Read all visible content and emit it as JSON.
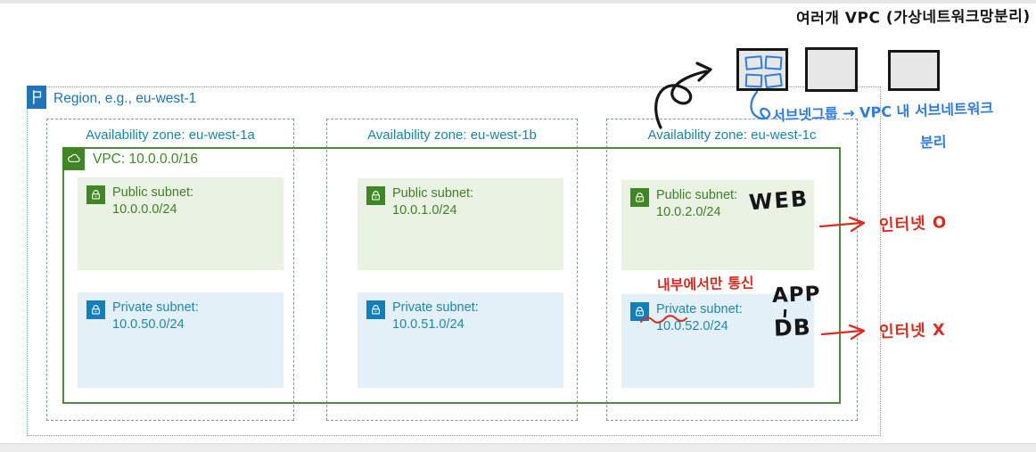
{
  "notes": {
    "multi_vpc": "여러개 VPC (가상네트워크망분리)",
    "subnet_group_line1": "서브넷그룹 → VPC 내 서브네트워크",
    "subnet_group_line2": "분리",
    "internal_only": "내부에서만 통신",
    "internet_yes": "인터넷 O",
    "internet_no": "인터넷 X",
    "web": "WEB",
    "app": "APP",
    "db": "DB"
  },
  "region": {
    "label": "Region, e.g., eu-west-1",
    "vpc": {
      "label": "VPC: 10.0.0.0/16"
    },
    "zones": [
      {
        "label": "Availability zone: eu-west-1a",
        "public_subnet": {
          "title": "Public subnet:",
          "cidr": "10.0.0.0/24"
        },
        "private_subnet": {
          "title": "Private subnet:",
          "cidr": "10.0.50.0/24"
        }
      },
      {
        "label": "Availability zone: eu-west-1b",
        "public_subnet": {
          "title": "Public subnet:",
          "cidr": "10.0.1.0/24"
        },
        "private_subnet": {
          "title": "Private subnet:",
          "cidr": "10.0.51.0/24"
        }
      },
      {
        "label": "Availability zone: eu-west-1c",
        "public_subnet": {
          "title": "Public subnet:",
          "cidr": "10.0.2.0/24"
        },
        "private_subnet": {
          "title": "Private subnet:",
          "cidr": "10.0.52.0/24"
        }
      }
    ]
  },
  "colors": {
    "region_blue": "#1878b4",
    "az_teal": "#1787a7",
    "vpc_green": "#3f8624",
    "public_subnet_bg": "#eaf2e3",
    "private_subnet_bg": "#e4f0f7",
    "private_icon_blue": "#147eba",
    "handwriting_blue": "#2e7ce0",
    "handwriting_red": "#da2d22",
    "handwriting_black": "#161616"
  }
}
